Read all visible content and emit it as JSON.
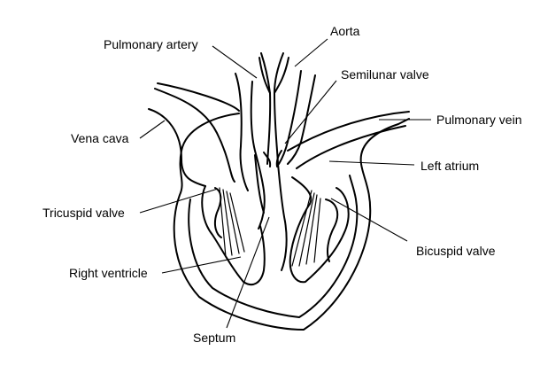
{
  "labels": {
    "aorta": "Aorta",
    "pulmonary_artery": "Pulmonary artery",
    "semilunar_valve": "Semilunar valve",
    "pulmonary_vein": "Pulmonary vein",
    "vena_cava": "Vena cava",
    "left_atrium": "Left atrium",
    "tricuspid_valve": "Tricuspid valve",
    "bicuspid_valve": "Bicuspid valve",
    "right_ventricle": "Right ventricle",
    "septum": "Septum"
  }
}
